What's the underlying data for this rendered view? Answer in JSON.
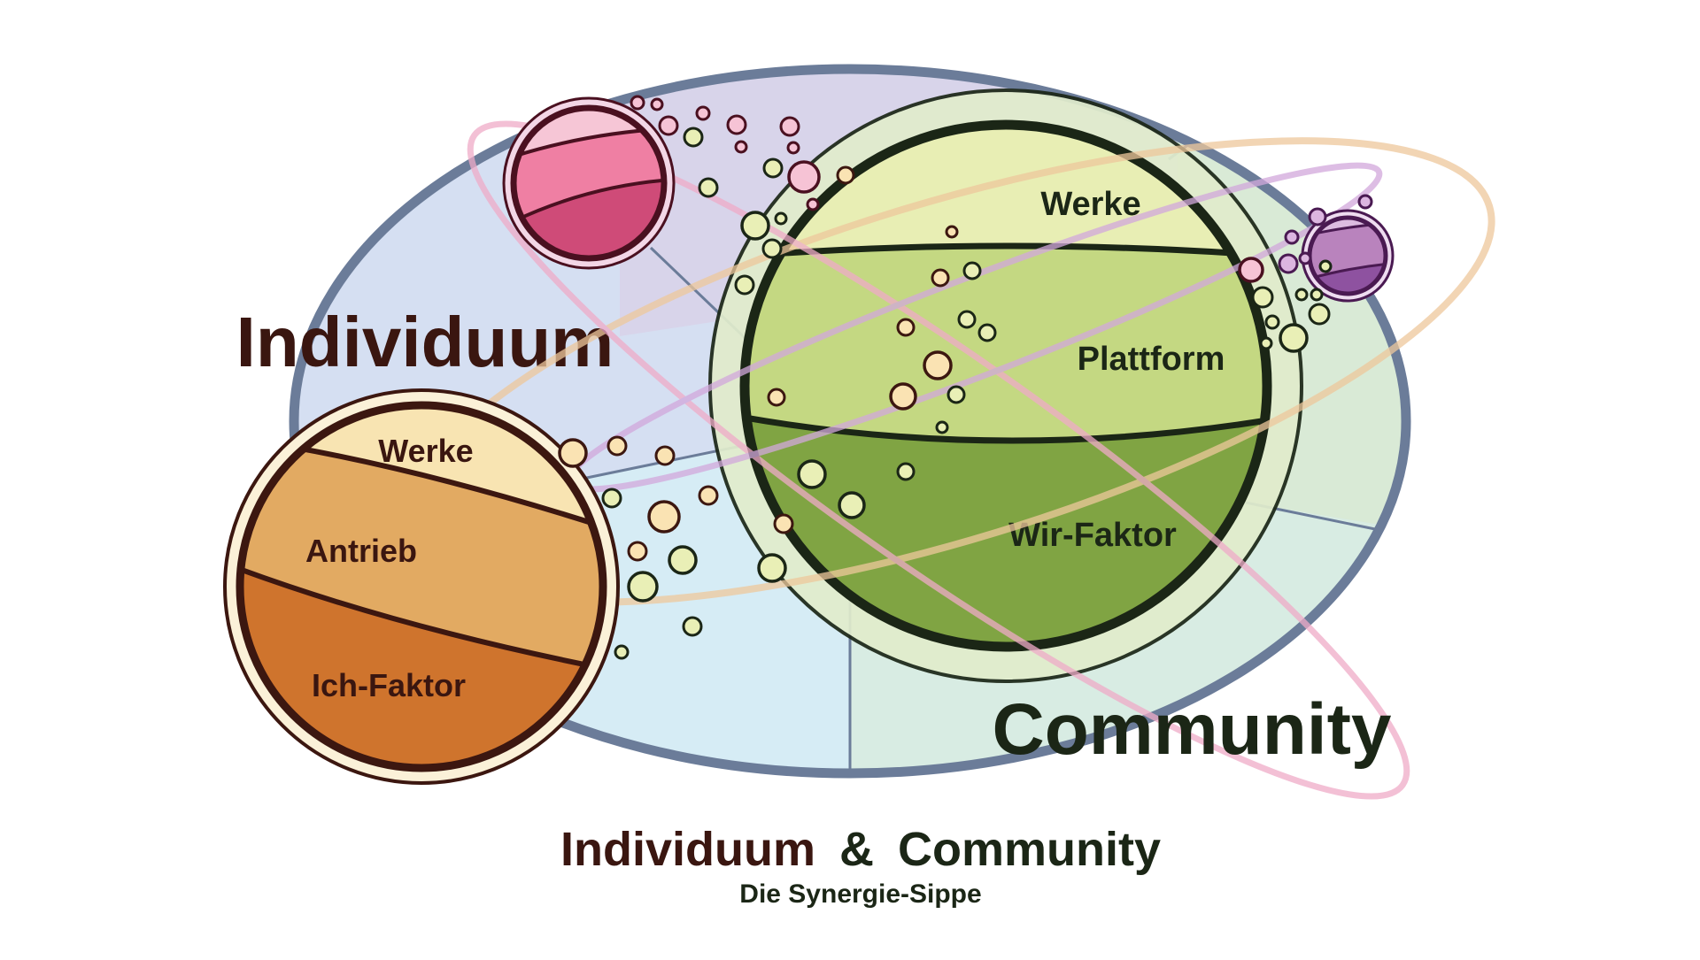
{
  "diagram": {
    "title": {
      "part1": "Individuum",
      "connector": "&",
      "part2": "Community"
    },
    "subtitle": "Die Synergie-Sippe",
    "regions": {
      "individual_label": "Individuum",
      "community_label": "Community"
    },
    "individual_planet": {
      "name": "Individuum",
      "layers": [
        {
          "label": "Werke",
          "color": "#f8e4b2"
        },
        {
          "label": "Antrieb",
          "color": "#e2aa62"
        },
        {
          "label": "Ich-Faktor",
          "color": "#cf742d"
        }
      ],
      "outline_color": "#3c1710",
      "ring_color": "#fbf1d8"
    },
    "community_planet": {
      "name": "Community",
      "layers": [
        {
          "label": "Werke",
          "color": "#e8eeb4"
        },
        {
          "label": "Plattform",
          "color": "#c4d882"
        },
        {
          "label": "Wir-Faktor",
          "color": "#80a443"
        }
      ],
      "outline_color": "#1b2616",
      "ring_color": "#e1eccc"
    },
    "satellites": [
      {
        "name": "pink-planet",
        "colors": [
          "#f6c6d6",
          "#ef7fa3",
          "#cf4b78"
        ],
        "outline_color": "#4a1020"
      },
      {
        "name": "purple-planet",
        "colors": [
          "#dcbce0",
          "#b983bd",
          "#8e52a0"
        ],
        "outline_color": "#4a1a52"
      }
    ],
    "colors": {
      "ellipse_stroke": "#6b7c99",
      "region_upper_left": "#d5dff2",
      "region_upper_mid": "#d8d4ea",
      "region_lower_left": "#d6ecf5",
      "region_lower_right": "#d8ece3",
      "region_right": "#d9ead6",
      "orbit_orange": "#eec89c",
      "orbit_pink": "#efabc8",
      "orbit_purple": "#d2a8dc",
      "bubble_peach": "#fae3b3",
      "bubble_green": "#e9efb6",
      "bubble_pink": "#f6c3d5",
      "bubble_purple": "#dcb6e0"
    }
  }
}
